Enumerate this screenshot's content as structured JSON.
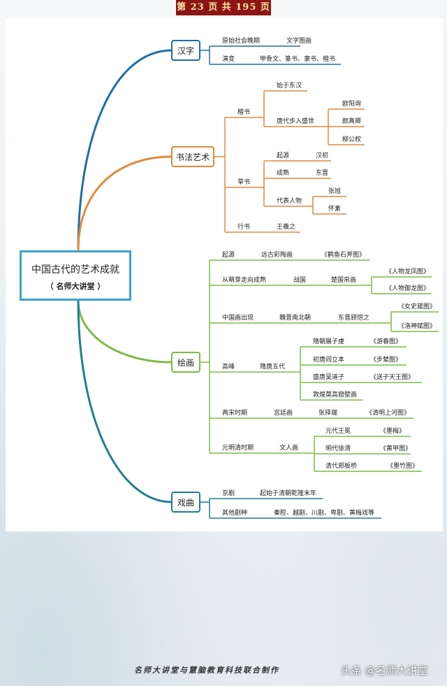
{
  "page_header": "第 23 页 共 195 页",
  "root": {
    "title": "中国古代的艺术成就",
    "subtitle": "（ 名师大讲堂 ）"
  },
  "branches": [
    {
      "label": "汉字",
      "color": "#1c6fa8"
    },
    {
      "label": "书法艺术",
      "color": "#e08a3c"
    },
    {
      "label": "绘画",
      "color": "#7dbb45"
    },
    {
      "label": "戏曲",
      "color": "#1f7f91"
    }
  ],
  "labels": {
    "hanzi": [
      "原始社会晚期",
      "文字图画",
      "演变",
      "甲骨文、篆书、隶书、楷书"
    ],
    "shufa": [
      "楷书",
      "始于东汉",
      "唐代步入盛世",
      "欧阳询",
      "颜真卿",
      "柳公权",
      "草书",
      "起源",
      "汉初",
      "成熟",
      "东晋",
      "代表人物",
      "张旭",
      "怀素",
      "行书",
      "王羲之"
    ],
    "huihua": [
      "起源",
      "远古彩陶画",
      "《鹳鱼石斧图》",
      "从萌芽走向成熟",
      "战国",
      "楚国帛画",
      "《人物龙凤图》",
      "《人物御龙图》",
      "中国画出现",
      "魏晋南北朝",
      "东晋顾恺之",
      "《女史箴图》",
      "《洛神赋图》",
      "高峰",
      "隋唐五代",
      "隋朝展子虔",
      "《游春图》",
      "初唐阎立本",
      "《步辇图》",
      "盛唐吴道子",
      "《送子天王图》",
      "敦煌莫高窟壁画",
      "两宋时期",
      "宫廷画",
      "张择端",
      "《清明上河图》",
      "元明清时期",
      "文人画",
      "元代王冕",
      "《墨梅》",
      "明代徐渭",
      "《黄甲图》",
      "清代郑板桥",
      "《墨竹图》"
    ],
    "xiqu": [
      "京剧",
      "起始于清朝乾隆末年",
      "其他剧种",
      "秦腔、越剧、川剧、粤剧、黄梅戏等"
    ]
  },
  "footer": "名师大讲堂与慧脑教育科技联合制作",
  "watermark": "头条 @名师大讲堂"
}
